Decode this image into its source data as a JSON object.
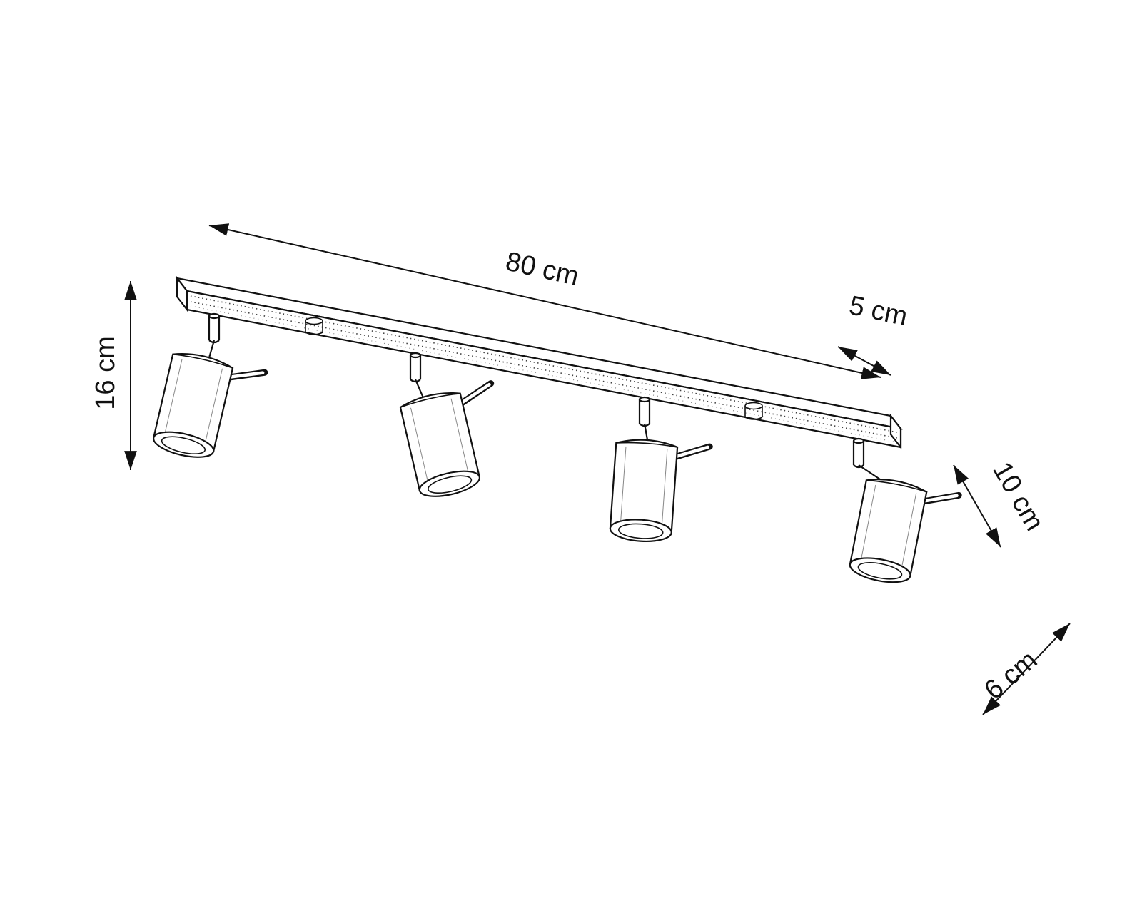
{
  "diagram": {
    "background_color": "#ffffff",
    "line_color": "#111111",
    "fixture": {
      "spotlight_count": 4,
      "rail_knob_count": 2
    },
    "dimensions": {
      "rail_length": "80 cm",
      "rail_depth": "5 cm",
      "fixture_height": "16 cm",
      "spot_height": "10 cm",
      "spot_diameter": "6 cm"
    }
  }
}
